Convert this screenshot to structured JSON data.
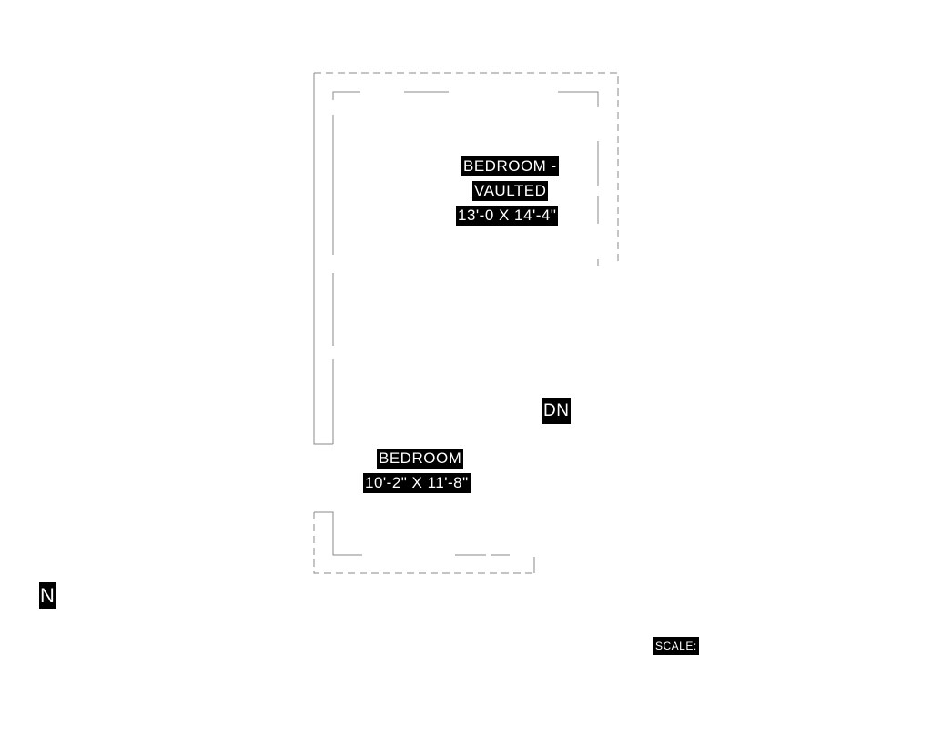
{
  "rooms": [
    {
      "name": "BEDROOM -",
      "name2": "VAULTED",
      "size": "13'-0 X 14'-4\""
    },
    {
      "name": "BEDROOM",
      "size": "10'-2\" X 11'-8\""
    }
  ],
  "stair_label": "DN",
  "north_label": "N",
  "scale_label": "SCALE:"
}
